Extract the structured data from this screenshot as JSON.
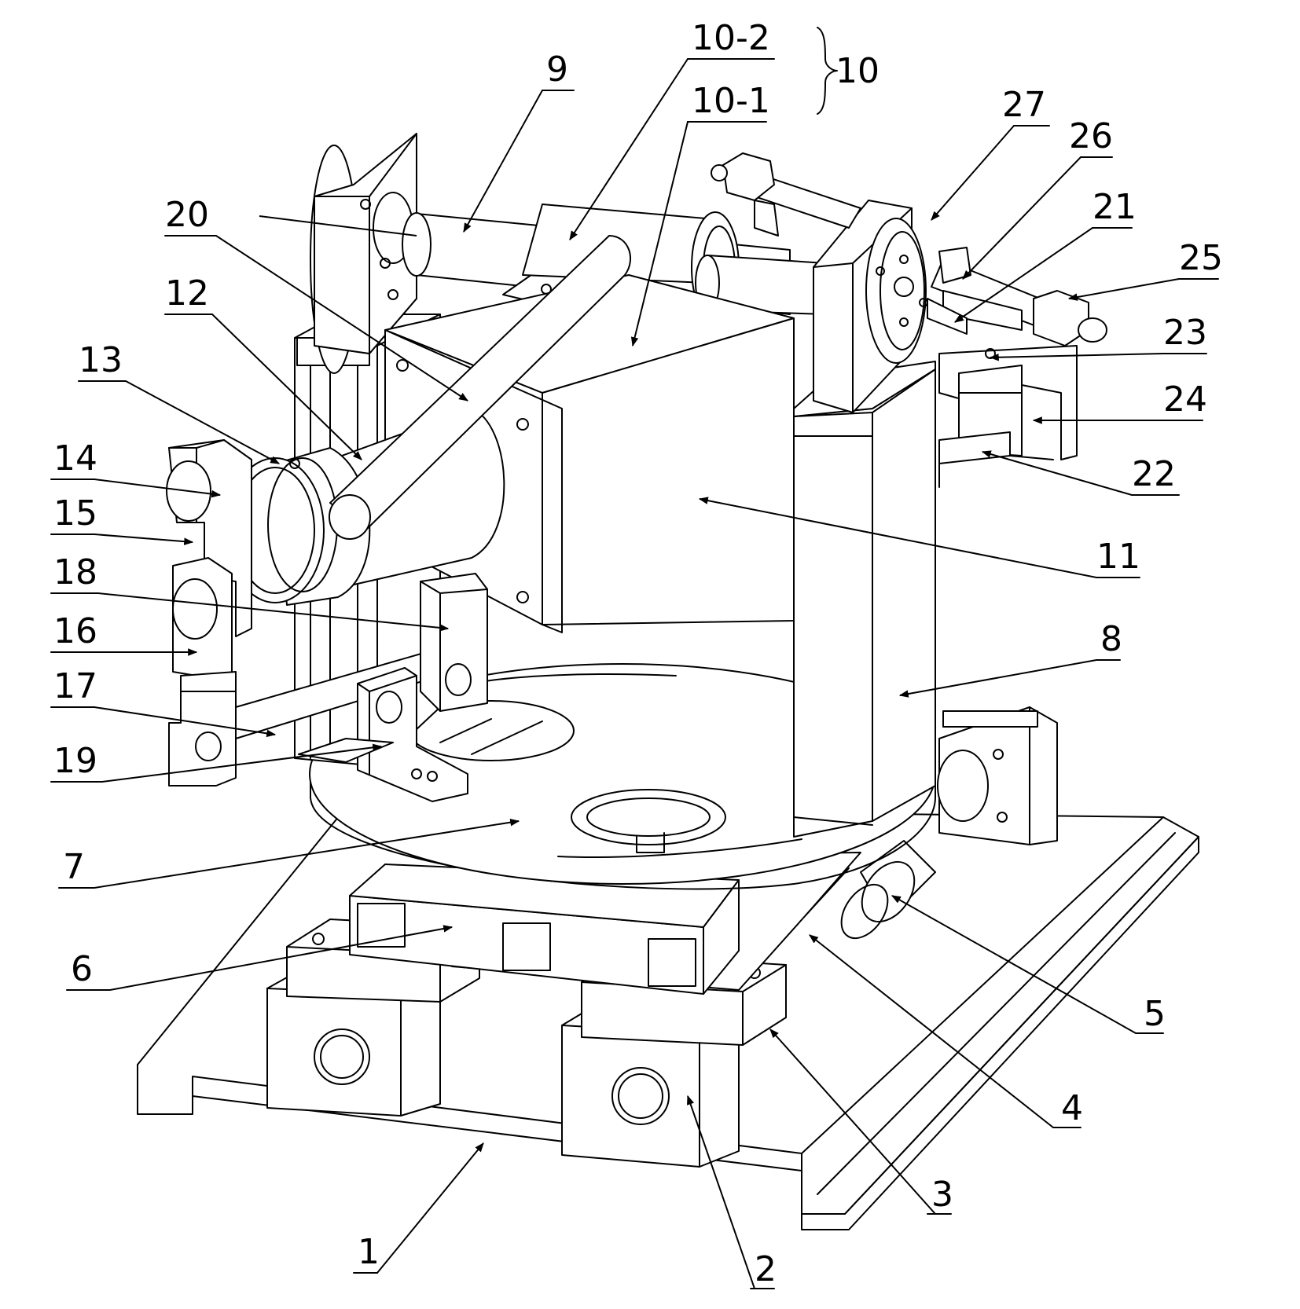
{
  "figure": {
    "type": "patent-drawing",
    "subject": "mechanical-assembly-isometric",
    "colors": {
      "ink": "#000000",
      "paper": "#ffffff"
    }
  },
  "labels": [
    {
      "id": "1",
      "text": "1"
    },
    {
      "id": "2",
      "text": "2"
    },
    {
      "id": "3",
      "text": "3"
    },
    {
      "id": "4",
      "text": "4"
    },
    {
      "id": "5",
      "text": "5"
    },
    {
      "id": "6",
      "text": "6"
    },
    {
      "id": "7",
      "text": "7"
    },
    {
      "id": "8",
      "text": "8"
    },
    {
      "id": "9",
      "text": "9"
    },
    {
      "id": "10",
      "text": "10"
    },
    {
      "id": "10-1",
      "text": "10-1"
    },
    {
      "id": "10-2",
      "text": "10-2"
    },
    {
      "id": "11",
      "text": "11"
    },
    {
      "id": "12",
      "text": "12"
    },
    {
      "id": "13",
      "text": "13"
    },
    {
      "id": "14",
      "text": "14"
    },
    {
      "id": "15",
      "text": "15"
    },
    {
      "id": "16",
      "text": "16"
    },
    {
      "id": "17",
      "text": "17"
    },
    {
      "id": "18",
      "text": "18"
    },
    {
      "id": "19",
      "text": "19"
    },
    {
      "id": "20",
      "text": "20"
    },
    {
      "id": "21",
      "text": "21"
    },
    {
      "id": "22",
      "text": "22"
    },
    {
      "id": "23",
      "text": "23"
    },
    {
      "id": "24",
      "text": "24"
    },
    {
      "id": "25",
      "text": "25"
    },
    {
      "id": "26",
      "text": "26"
    },
    {
      "id": "27",
      "text": "27"
    }
  ]
}
